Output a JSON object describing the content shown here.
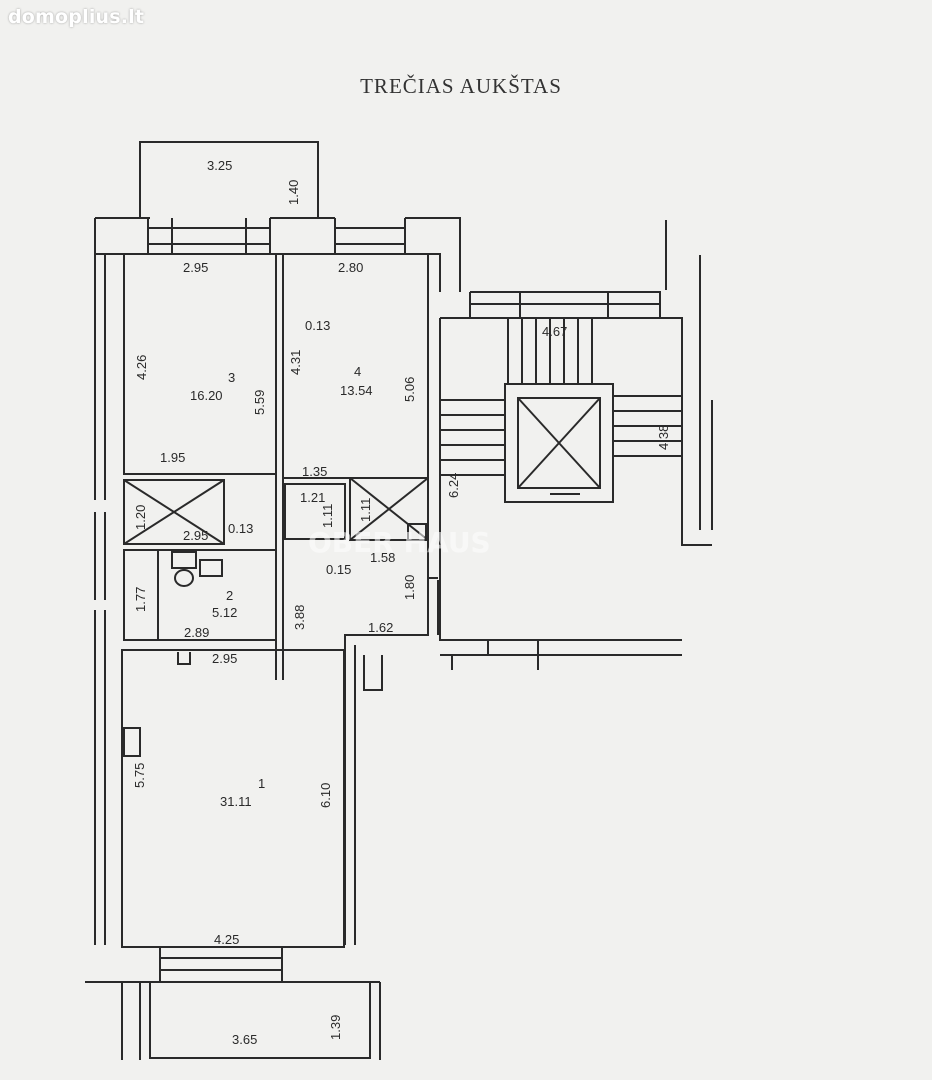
{
  "watermark": "domoplius.lt",
  "brand_watermark": "OBER HAUS",
  "title": "TREČIAS AUKŠTAS",
  "rooms": [
    {
      "number": "1",
      "area": "31.11"
    },
    {
      "number": "2",
      "area": "5.12"
    },
    {
      "number": "3",
      "area": "16.20"
    },
    {
      "number": "4",
      "area": "13.54"
    }
  ],
  "dimensions": {
    "balcony_top_w": "3.25",
    "balcony_top_h": "1.40",
    "room3_w": "2.95",
    "room3_h": "4.26",
    "room3_h2": "5.59",
    "room3_inner": "1.95",
    "wall_013_a": "0.13",
    "room4_w": "2.80",
    "room4_h": "4.31",
    "room4_h2": "5.06",
    "closet_135": "1.35",
    "closet_121": "1.21",
    "closet_111a": "1.11",
    "closet_111b": "1.11",
    "closet_120": "1.20",
    "closet_295": "2.95",
    "wall_013_b": "0.13",
    "hall_158": "1.58",
    "wall_015": "0.15",
    "hall_180": "1.80",
    "bath_177": "1.77",
    "bath_289": "2.89",
    "hall_388": "3.88",
    "hall_162": "1.62",
    "room1_w_top": "2.95",
    "room1_h": "5.75",
    "room1_h2": "6.10",
    "room1_w": "4.25",
    "balcony_bot_w": "3.65",
    "balcony_bot_h": "1.39",
    "stair_467": "4.67",
    "stair_438": "4.38",
    "stair_624": "6.24"
  }
}
